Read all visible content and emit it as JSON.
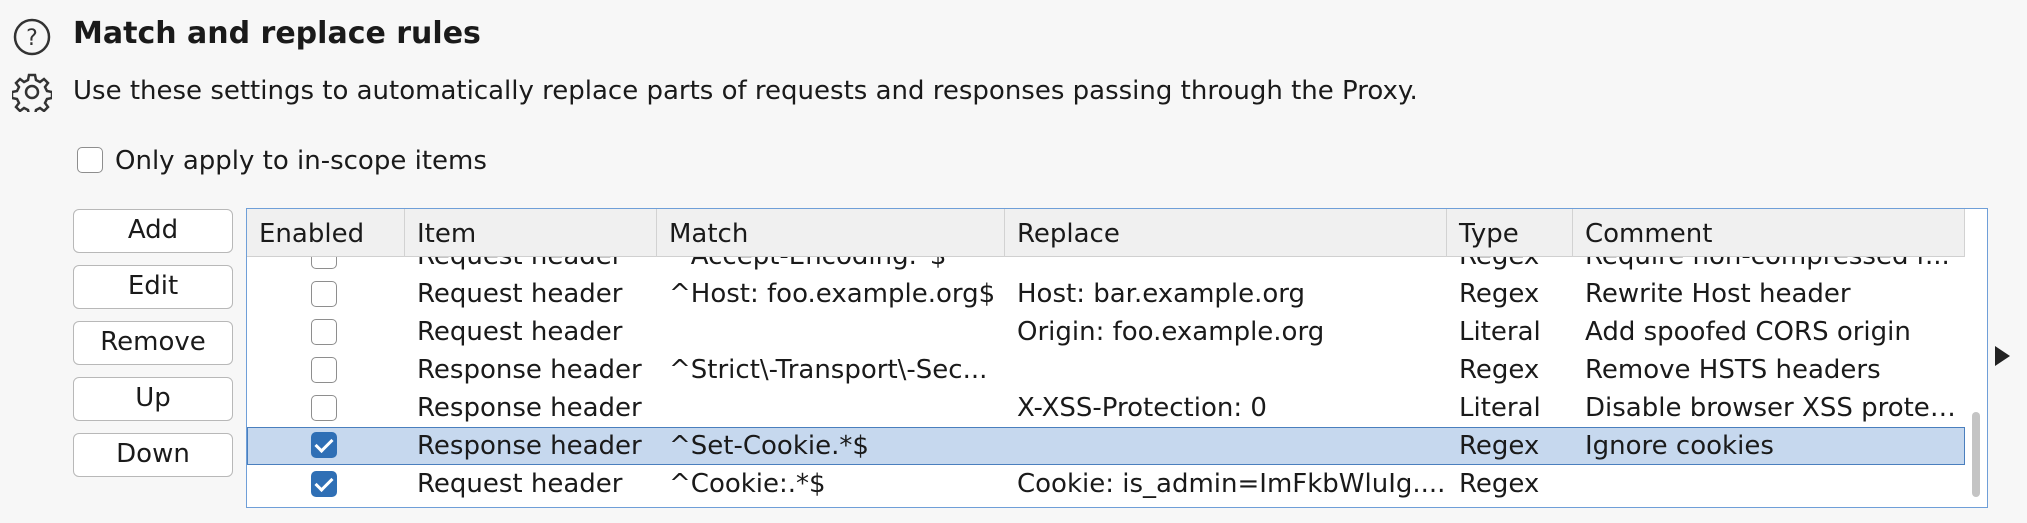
{
  "header": {
    "title": "Match and replace rules",
    "description": "Use these settings to automatically replace parts of requests and responses passing through the Proxy."
  },
  "scope": {
    "label": "Only apply to in-scope items",
    "checked": false
  },
  "buttons": {
    "add": "Add",
    "edit": "Edit",
    "remove": "Remove",
    "up": "Up",
    "down": "Down"
  },
  "table": {
    "columns": [
      "Enabled",
      "Item",
      "Match",
      "Replace",
      "Type",
      "Comment"
    ],
    "rows": [
      {
        "enabled": false,
        "item": "Request header",
        "match": "^Accept-Encoding.*$",
        "replace": "",
        "type": "Regex",
        "comment": "Require non-compressed r...",
        "selected": false
      },
      {
        "enabled": false,
        "item": "Request header",
        "match": "^Host: foo.example.org$",
        "replace": "Host: bar.example.org",
        "type": "Regex",
        "comment": "Rewrite Host header",
        "selected": false
      },
      {
        "enabled": false,
        "item": "Request header",
        "match": "",
        "replace": "Origin: foo.example.org",
        "type": "Literal",
        "comment": "Add spoofed CORS origin",
        "selected": false
      },
      {
        "enabled": false,
        "item": "Response header",
        "match": "^Strict\\-Transport\\-Sec...",
        "replace": "",
        "type": "Regex",
        "comment": "Remove HSTS headers",
        "selected": false
      },
      {
        "enabled": false,
        "item": "Response header",
        "match": "",
        "replace": "X-XSS-Protection: 0",
        "type": "Literal",
        "comment": "Disable browser XSS protec...",
        "selected": false
      },
      {
        "enabled": true,
        "item": "Response header",
        "match": "^Set-Cookie.*$",
        "replace": "",
        "type": "Regex",
        "comment": "Ignore cookies",
        "selected": true
      },
      {
        "enabled": true,
        "item": "Request header",
        "match": "^Cookie:.*$",
        "replace": "Cookie: is_admin=ImFkbWluIg....",
        "type": "Regex",
        "comment": "",
        "selected": false
      }
    ]
  },
  "colors": {
    "accent": "#2f6fb5",
    "selection": "#c6d8ee",
    "table_border": "#6f9fd8"
  }
}
